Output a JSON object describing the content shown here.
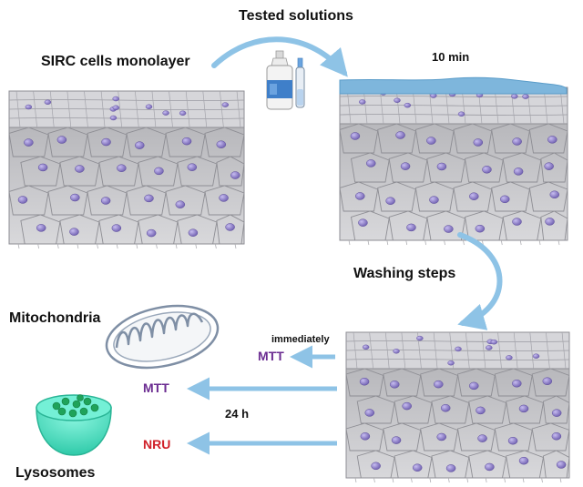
{
  "labels": {
    "tested_solutions": "Tested solutions",
    "monolayer": "SIRC cells monolayer",
    "incubation_time": "10 min",
    "washing": "Washing steps",
    "mitochondria": "Mitochondria",
    "immediately": "immediately",
    "delay": "24 h",
    "lysosomes": "Lysosomes"
  },
  "assays": {
    "mtt_immediate": "MTT",
    "mtt_24h": "MTT",
    "nru_24h": "NRU"
  },
  "colors": {
    "arrow": "#8ec3e6",
    "mtt": "#6b2c91",
    "nru": "#d0212a",
    "cell_nucleus": "#8b7cc4",
    "tissue_gray": "#c9c9cc",
    "solution_layer": "#7eb6dc",
    "lysosome_bowl": "#56e3c6"
  },
  "icons": [
    "bottle-icon",
    "vial-icon",
    "mitochondrion-icon",
    "lysosome-icon"
  ]
}
